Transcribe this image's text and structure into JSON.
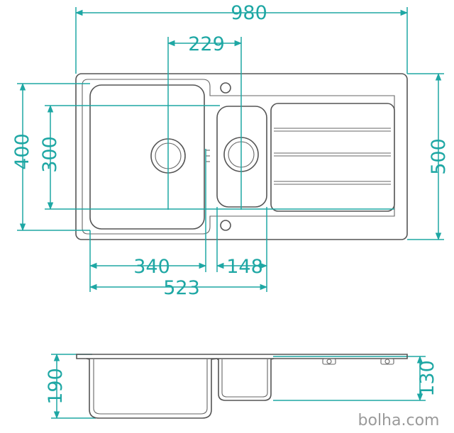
{
  "dimensions": {
    "total_width": "980",
    "bowl_spacing": "229",
    "main_depth": "400",
    "small_depth": "300",
    "total_depth": "500",
    "main_bowl_width": "340",
    "small_bowl_width": "148",
    "bowls_span": "523",
    "main_bowl_height": "190",
    "small_bowl_height": "130"
  },
  "watermark": "bolha.com",
  "colors": {
    "dimension": "#1ea7a4",
    "outline": "#555555"
  }
}
